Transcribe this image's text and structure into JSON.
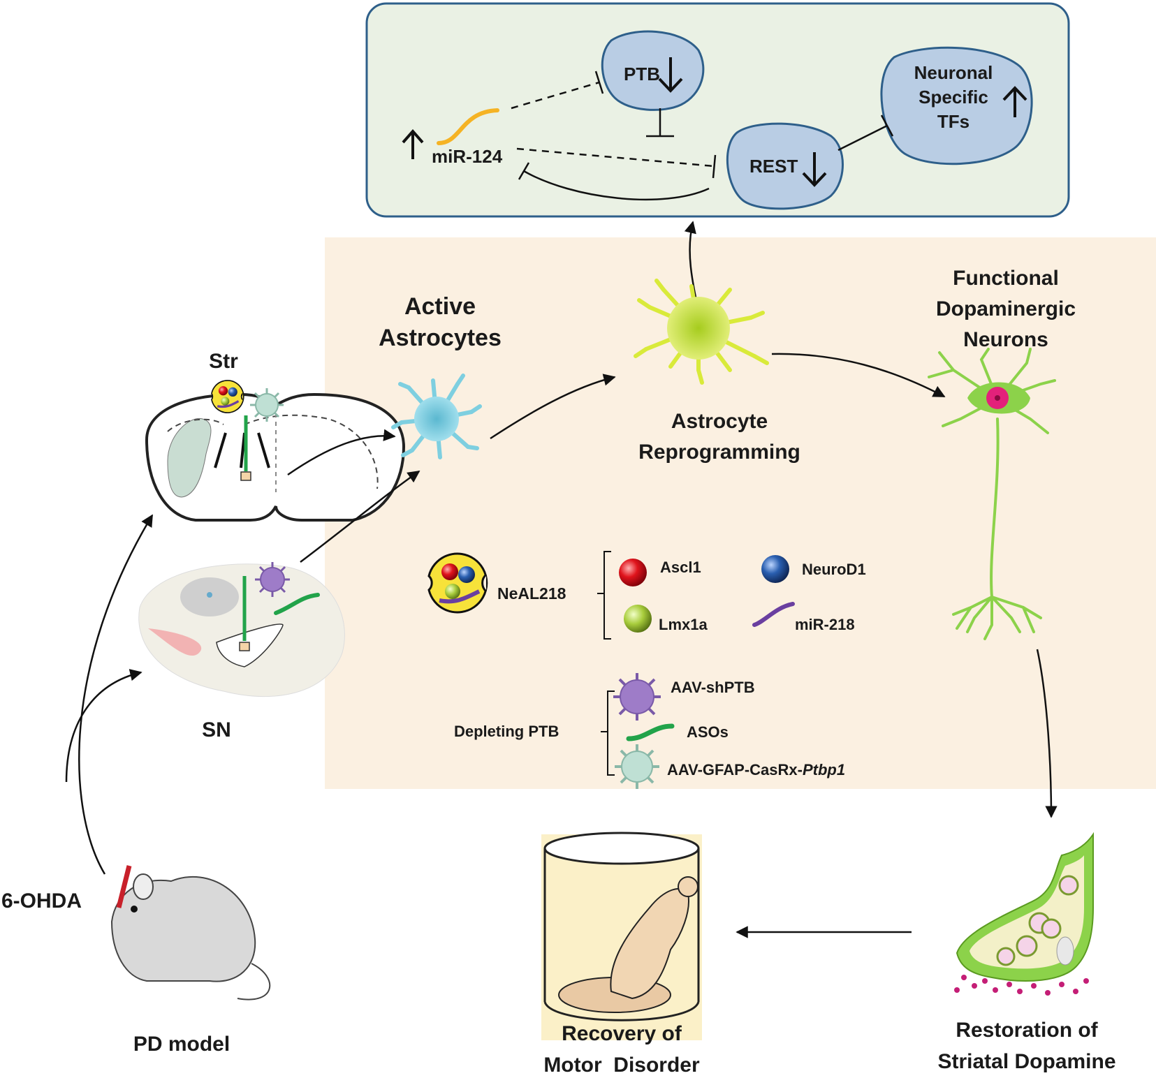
{
  "pathway": {
    "mir124": "miR-124",
    "ptb": "PTB",
    "rest": "REST",
    "tfs": [
      "Neuronal",
      "Specific",
      "TFs"
    ]
  },
  "regions": {
    "str": "Str",
    "sn": "SN"
  },
  "stages": {
    "active_astrocytes": [
      "Active",
      "Astrocytes"
    ],
    "astrocyte_reprogramming": [
      "Astrocyte",
      "Reprogramming"
    ],
    "functional_neurons": [
      "Functional",
      "Dopaminergic",
      "Neurons"
    ],
    "restoration": [
      "Restoration of",
      "Striatal Dopamine"
    ],
    "recovery": [
      "Recovery of",
      "Motor  Disorder"
    ],
    "pd_model": "PD model",
    "toxin": "6-OHDA"
  },
  "neal218": {
    "name": "NeAL218",
    "components": [
      "Ascl1",
      "NeuroD1",
      "Lmx1a",
      "miR-218"
    ]
  },
  "depleting": {
    "title": "Depleting PTB",
    "items": [
      "AAV-shPTB",
      "ASOs",
      "AAV-GFAP-CasRx-"
    ],
    "italic_suffix": "Ptbp1"
  },
  "colors": {
    "pathway_box_fill": "#eaf1e4",
    "pathway_box_stroke": "#2e5f8a",
    "blob_fill": "#b9cde4",
    "blob_stroke": "#2e5f8a",
    "panel_fill": "#fbf0e1",
    "mir_orange": "#f5b324",
    "mir_purple": "#6a3fa0",
    "aso_green": "#22a34a",
    "ascl1_red": "#e0141c",
    "neurod1_blue": "#2a5fb0",
    "lmx1a_green": "#a8cc3c",
    "neuron_green": "#8cd24a",
    "soma_pink": "#e3217a",
    "astro_blue": "#7ecfe0",
    "astro_yellow": "#d9ea3a",
    "virus_purple": "#9e7cc8",
    "virus_teal": "#bfe0d4",
    "mouse_gray": "#d9d9d9",
    "tissue_green": "#c9ddd2",
    "tissue_pink": "#f2b3b3"
  }
}
